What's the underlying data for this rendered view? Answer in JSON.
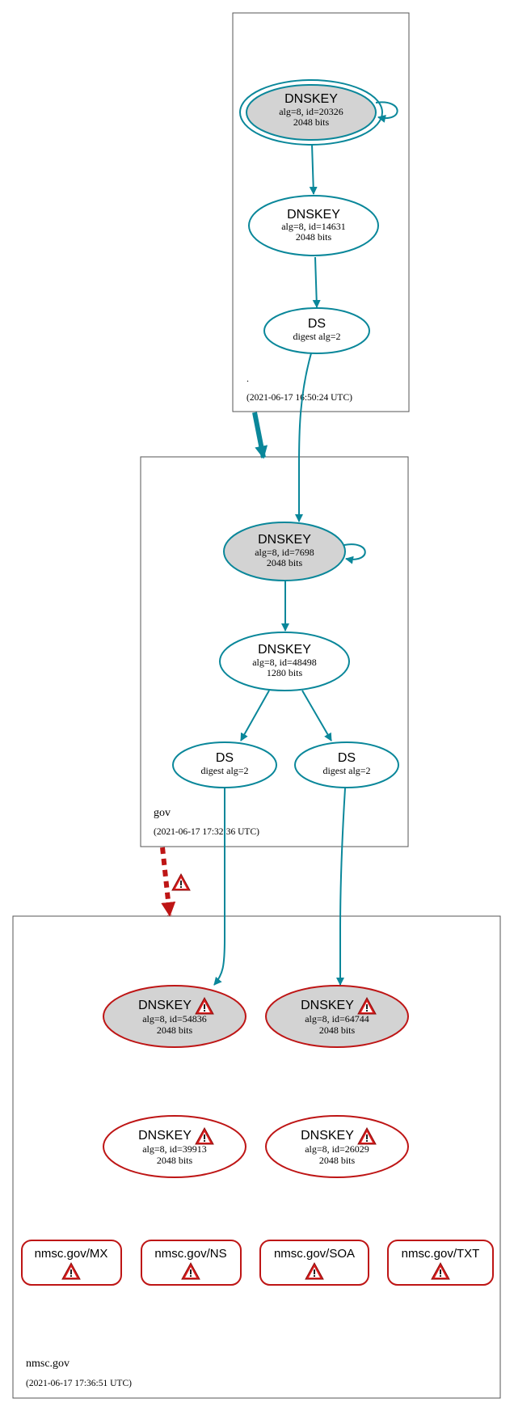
{
  "colors": {
    "secure": "#0a879a",
    "bogus": "#be1515",
    "node_fill_gray": "#d3d3d3",
    "zone_border": "#555555",
    "warning_fill": "#d81c1c"
  },
  "zones": [
    {
      "name": ".",
      "timestamp": "(2021-06-17 16:50:24 UTC)"
    },
    {
      "name": "gov",
      "timestamp": "(2021-06-17 17:32:36 UTC)"
    },
    {
      "name": "nmsc.gov",
      "timestamp": "(2021-06-17 17:36:51 UTC)"
    }
  ],
  "nodes": {
    "root_ksk": {
      "title": "DNSKEY",
      "line1": "alg=8, id=20326",
      "line2": "2048 bits"
    },
    "root_zsk": {
      "title": "DNSKEY",
      "line1": "alg=8, id=14631",
      "line2": "2048 bits"
    },
    "root_ds": {
      "title": "DS",
      "line1": "digest alg=2"
    },
    "gov_ksk": {
      "title": "DNSKEY",
      "line1": "alg=8, id=7698",
      "line2": "2048 bits"
    },
    "gov_zsk": {
      "title": "DNSKEY",
      "line1": "alg=8, id=48498",
      "line2": "1280 bits"
    },
    "gov_ds1": {
      "title": "DS",
      "line1": "digest alg=2"
    },
    "gov_ds2": {
      "title": "DS",
      "line1": "digest alg=2"
    },
    "nmsc_ksk1": {
      "title": "DNSKEY",
      "line1": "alg=8, id=54836",
      "line2": "2048 bits",
      "warning": "warning-icon"
    },
    "nmsc_ksk2": {
      "title": "DNSKEY",
      "line1": "alg=8, id=64744",
      "line2": "2048 bits",
      "warning": "warning-icon"
    },
    "nmsc_zsk1": {
      "title": "DNSKEY",
      "line1": "alg=8, id=39913",
      "line2": "2048 bits",
      "warning": "warning-icon"
    },
    "nmsc_zsk2": {
      "title": "DNSKEY",
      "line1": "alg=8, id=26029",
      "line2": "2048 bits",
      "warning": "warning-icon"
    }
  },
  "rrsets": [
    {
      "label": "nmsc.gov/MX",
      "warning": "warning-icon"
    },
    {
      "label": "nmsc.gov/NS",
      "warning": "warning-icon"
    },
    {
      "label": "nmsc.gov/SOA",
      "warning": "warning-icon"
    },
    {
      "label": "nmsc.gov/TXT",
      "warning": "warning-icon"
    }
  ],
  "delegation_warning_icon": "warning-icon"
}
